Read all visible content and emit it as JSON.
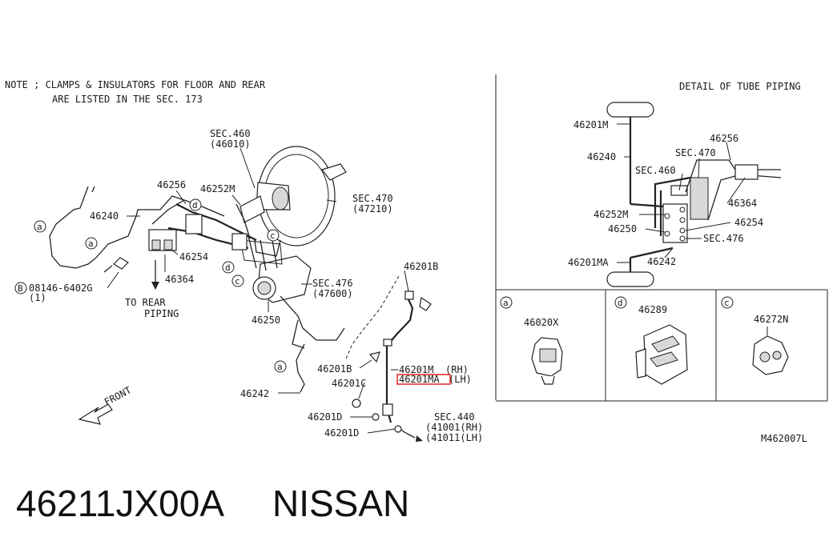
{
  "note": {
    "line1": "NOTE ; CLAMPS & INSULATORS FOR FLOOR AND REAR",
    "line2": "ARE LISTED IN THE SEC. 173"
  },
  "main_diagram": {
    "sec460": "SEC.460",
    "sec460_part": "(46010)",
    "sec470": "SEC.470",
    "sec470_part": "(47210)",
    "p46256": "46256",
    "p46252M": "46252M",
    "p46240": "46240",
    "p46254": "46254",
    "p46364": "46364",
    "bolt": "08146-6402G",
    "bolt_qty": "(1)",
    "to_rear_1": "TO REAR",
    "to_rear_2": "PIPING",
    "sec476": "SEC.476",
    "sec476_part": "(47600)",
    "p46250": "46250",
    "p46201B_top": "46201B",
    "p46201B": "46201B",
    "p46201M": "46201M",
    "p46201M_suffix": "(RH)",
    "p46201MA": "46201MA",
    "p46201MA_suffix": "(LH)",
    "p46201C": "46201C",
    "p46242": "46242",
    "p46201D_1": "46201D",
    "p46201D_2": "46201D",
    "sec440": "SEC.440",
    "sec440_rh": "(41001(RH)",
    "sec440_lh": "(41011(LH)",
    "front": "FRONT",
    "circle_a": "a",
    "circle_d": "d",
    "circle_c": "c",
    "circle_b": "B"
  },
  "detail": {
    "title": "DETAIL OF TUBE PIPING",
    "p46201M": "46201M",
    "p46256": "46256",
    "sec470": "SEC.470",
    "p46240": "46240",
    "sec460": "SEC.460",
    "p46364": "46364",
    "p46252M": "46252M",
    "p46254": "46254",
    "p46250": "46250",
    "sec476": "SEC.476",
    "p46201MA": "46201MA",
    "p46242": "46242"
  },
  "clips": [
    {
      "letter": "a",
      "part": "46020X"
    },
    {
      "letter": "d",
      "part": "46289"
    },
    {
      "letter": "c",
      "part": "46272N"
    }
  ],
  "diagram_code": "M462007L",
  "footer": {
    "part_number": "46211JX00A",
    "brand": "NISSAN"
  },
  "colors": {
    "highlight": "#e02020",
    "ink": "#222222"
  }
}
